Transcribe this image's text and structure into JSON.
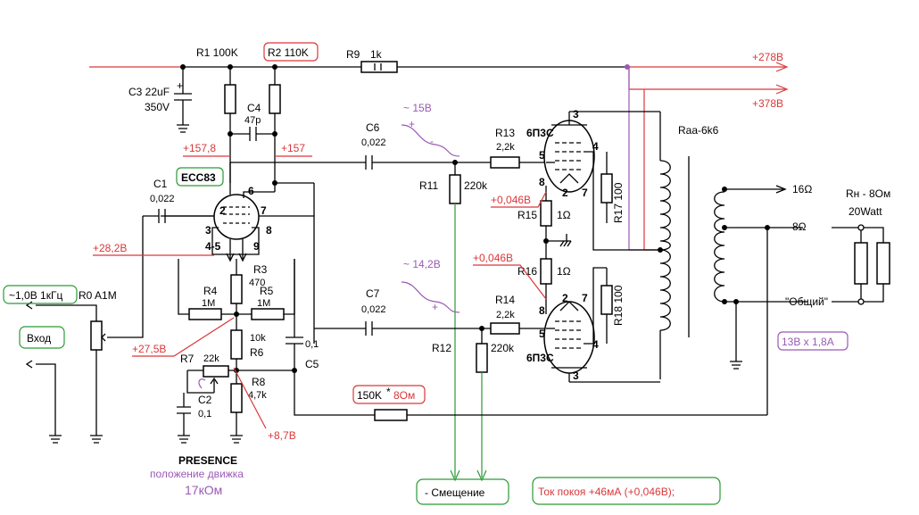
{
  "labels": {
    "r1": "R1 100K",
    "r2": "R2 110K",
    "r9": "R9",
    "r9_val": "1k",
    "rail_278": "+278В",
    "rail_378": "+378В",
    "c3": "C3 22uF",
    "c3_v": "350V",
    "c4": "C4",
    "c4_val": "47p",
    "v157_8": "+157,8",
    "v157": "+157",
    "c6": "C6",
    "c6_val": "0,022",
    "sig15": "~ 15В",
    "r13": "R13",
    "r13_val": "2,2k",
    "tube_top": "6П3С",
    "raa": "Raa-6k6",
    "ecc83": "ECC83",
    "c1": "C1",
    "c1_val": "0,022",
    "r11": "R11",
    "r11_val": "220k",
    "v0046_a": "+0,046В",
    "r15": "R15",
    "r15_val": "1Ω",
    "r17": "R17 100",
    "tap16": "16Ω",
    "tap8": "8Ω",
    "tapcom": "\"Общий\"",
    "rn": "Rн - 8Ом",
    "rn_w": "20Watt",
    "v28_2": "+28,2В",
    "sig14_2": "~ 14,2В",
    "v0046_b": "+0,046В",
    "r16": "R16",
    "r16_val": "1Ω",
    "r3": "R3",
    "r3_val": "470",
    "input_sig": "~1,0В 1кГц",
    "r0": "R0 A1M",
    "r4": "R4",
    "r4_val": "1M",
    "r5": "R5",
    "r5_val": "1M",
    "c7": "C7",
    "c7_val": "0,022",
    "r14": "R14",
    "r14_val": "2,2k",
    "r18": "R18 100",
    "vhod": "Вход",
    "v27_5": "+27,5В",
    "r6_val": "10k",
    "r6": "R6",
    "c5_val": "0,1",
    "c5": "C5",
    "r12": "R12",
    "r12_val": "220k",
    "tube_bot": "6П3С",
    "heater": "13В х 1,8А",
    "r7": "R7",
    "r7_val": "22k",
    "c2": "C2",
    "c2_val": "0,1",
    "r8": "R8",
    "r8_val": "4,7k",
    "fb_res": "150K",
    "fb_star": "*",
    "fb_8ohm": "8Ом",
    "v8_7": "+8,7В",
    "presence": "PRESENCE",
    "pos_slider": "положение движка",
    "r_17k": "17кОм",
    "bias": "- Смещение",
    "idle": "Ток покоя +46мА (+0,046В);",
    "pin2": "2",
    "pin3": "3",
    "pin4_5": "4-5",
    "pin6": "6",
    "pin7": "7",
    "pin8": "8",
    "pin9": "9",
    "p3a": "3",
    "p4a": "4",
    "p5a": "5",
    "p8a": "8",
    "p2a": "2",
    "p7a": "7",
    "p3b": "3",
    "p4b": "4",
    "p5b": "5",
    "p8b": "8",
    "p2b": "2",
    "p7b": "7",
    "plus": "+",
    "minus": "-"
  },
  "colors": {
    "annotation_red": "#d9383a",
    "annotation_green": "#2a9a36",
    "annotation_purple": "#9b59b6"
  }
}
